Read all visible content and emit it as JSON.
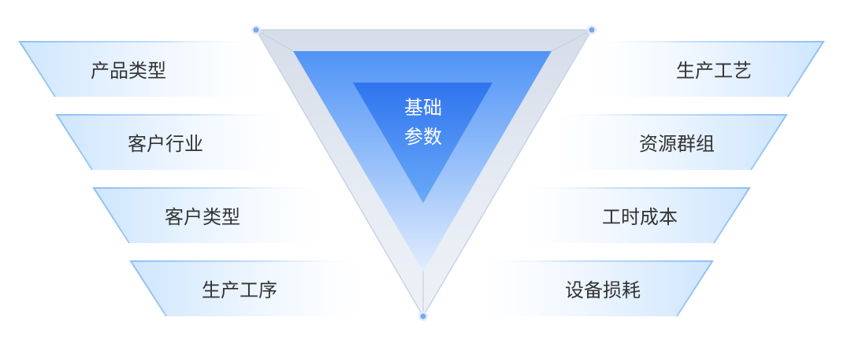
{
  "center": {
    "label_line1": "基础",
    "label_line2": "参数"
  },
  "left_items": [
    {
      "label": "产品类型"
    },
    {
      "label": "客户行业"
    },
    {
      "label": "客户类型"
    },
    {
      "label": "生产工序"
    }
  ],
  "right_items": [
    {
      "label": "生产工艺"
    },
    {
      "label": "资源群组"
    },
    {
      "label": "工时成本"
    },
    {
      "label": "设备损耗"
    }
  ],
  "colors": {
    "band_edge": "#9cc9f5",
    "band_fill_start": "#cfe6fd",
    "band_fill_end": "#ffffff",
    "core_blue": "#3d86f4",
    "middle_blue": "#6ea7f8",
    "outer_gray": "#dde3ee",
    "dot": "#7aa7f0",
    "text": "#333333"
  }
}
